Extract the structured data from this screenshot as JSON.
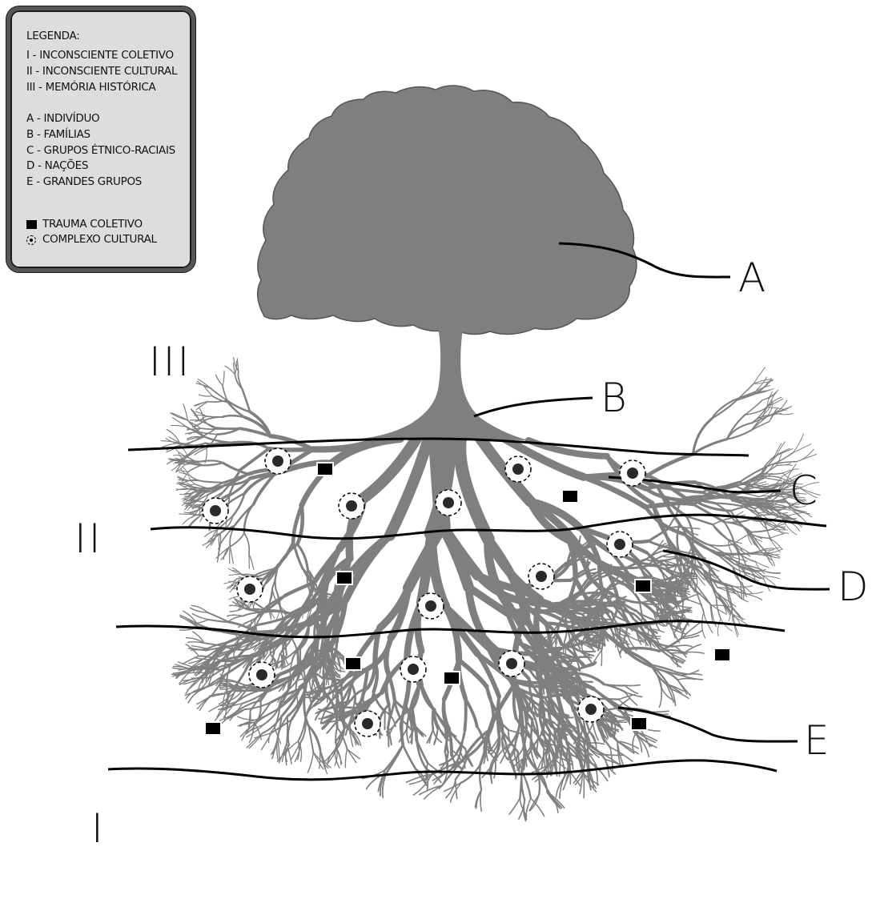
{
  "legend": {
    "title": "LEGENDA:",
    "levels": [
      "I - INCONSCIENTE COLETIVO",
      "II - INCONSCIENTE CULTURAL",
      "III - MEMÓRIA HISTÓRICA"
    ],
    "groups": [
      "A - INDIVÍDUO",
      "B - FAMÍLIAS",
      "C - GRUPOS ÉTNICO-RACIAIS",
      "D - NAÇÕES",
      "E - GRANDES GRUPOS"
    ],
    "symbols": [
      {
        "icon": "black-square-icon",
        "label": "TRAUMA COLETIVO"
      },
      {
        "icon": "dashed-circle-dot-icon",
        "label": "COMPLEXO CULTURAL"
      }
    ]
  },
  "level_labels": {
    "III": "III",
    "II": "II",
    "I": "I"
  },
  "group_labels": {
    "A": "A",
    "B": "B",
    "C": "C",
    "D": "D",
    "E": "E"
  },
  "colors": {
    "tree": "#7f7f7f",
    "line": "#000000",
    "legend_bg": "#dddddd",
    "legend_border": "#555555"
  }
}
